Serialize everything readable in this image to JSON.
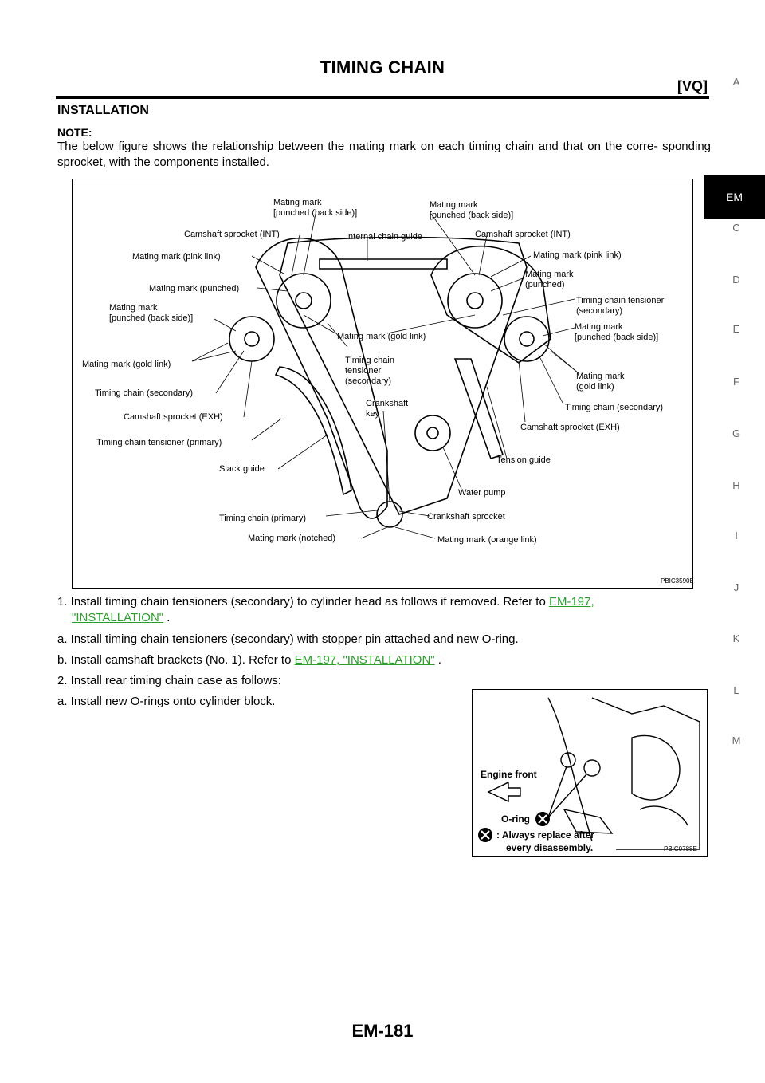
{
  "header": {
    "title": "TIMING CHAIN",
    "subtitle": "[VQ]"
  },
  "section": {
    "heading": "INSTALLATION"
  },
  "note": {
    "label": "NOTE:",
    "text": "The below figure shows the relationship between the mating mark on each timing chain and that on the corre- sponding sprocket, with the components installed."
  },
  "figure1": {
    "code": "PBIC3590E",
    "labels": {
      "mm_punched_back_1": "Mating mark",
      "mm_punched_back_1b": "[punched (back side)]",
      "mm_punched_back_2": "Mating mark",
      "mm_punched_back_2b": "[punched (back side)]",
      "cam_int_left": "Camshaft sprocket (INT)",
      "internal_chain_guide": "Internal chain guide",
      "cam_int_right": "Camshaft sprocket (INT)",
      "mm_pink_left": "Mating mark (pink link)",
      "mm_pink_right": "Mating mark (pink link)",
      "mm_punched_left": "Mating mark (punched)",
      "mm_punched_right_a": "Mating mark",
      "mm_punched_right_b": "(punched)",
      "mm_back_left_a": "Mating mark",
      "mm_back_left_b": "[punched (back side)]",
      "tcts_right_a": "Timing chain tensioner",
      "tcts_right_b": "(secondary)",
      "mm_back_right_a": "Mating mark",
      "mm_back_right_b": "[punched (back side)]",
      "mm_gold_center": "Mating mark (gold link)",
      "mm_gold_left": "Mating mark (gold link)",
      "tct_center_a": "Timing chain",
      "tct_center_b": "tensioner",
      "tct_center_c": "(secondary)",
      "mm_gold_right_a": "Mating mark",
      "mm_gold_right_b": "(gold link)",
      "tc_secondary_left": "Timing chain (secondary)",
      "tc_secondary_right": "Timing chain (secondary)",
      "crank_key_a": "Crankshaft",
      "crank_key_b": "key",
      "cam_exh_left": "Camshaft sprocket (EXH)",
      "cam_exh_right": "Camshaft sprocket (EXH)",
      "tct_primary": "Timing chain tensioner (primary)",
      "tension_guide": "Tension guide",
      "slack_guide": "Slack guide",
      "water_pump": "Water pump",
      "tc_primary": "Timing chain (primary)",
      "crank_sprocket": "Crankshaft sprocket",
      "mm_notched": "Mating mark (notched)",
      "mm_orange": "Mating mark (orange link)"
    }
  },
  "steps": {
    "s1": "1. Install timing chain tensioners (secondary) to cylinder head as follows if removed. Refer to ",
    "s1_link_a": "EM-197,",
    "s1_link_b": "\"INSTALLATION\"",
    "s1_tail": " .",
    "sa": "a. Install timing chain tensioners (secondary) with stopper pin attached and new O-ring.",
    "sb": "b. Install camshaft brackets (No. 1). Refer to ",
    "sb_link": "EM-197, \"INSTALLATION\"",
    "sb_tail": " .",
    "s2": "2. Install rear timing chain case as follows:",
    "sa2": "a. Install new O-rings onto cylinder block."
  },
  "figure2": {
    "code": "PBIC0788E",
    "engine_front": "Engine front",
    "oring": "O-ring",
    "legend_a": ": Always replace after",
    "legend_b": "every disassembly."
  },
  "side_tabs": [
    "A",
    "EM",
    "C",
    "D",
    "E",
    "F",
    "G",
    "H",
    "I",
    "J",
    "K",
    "L",
    "M"
  ],
  "footer": {
    "page": "EM-181"
  },
  "colors": {
    "link": "#2a9e2a",
    "active_tab_bg": "#000000"
  }
}
